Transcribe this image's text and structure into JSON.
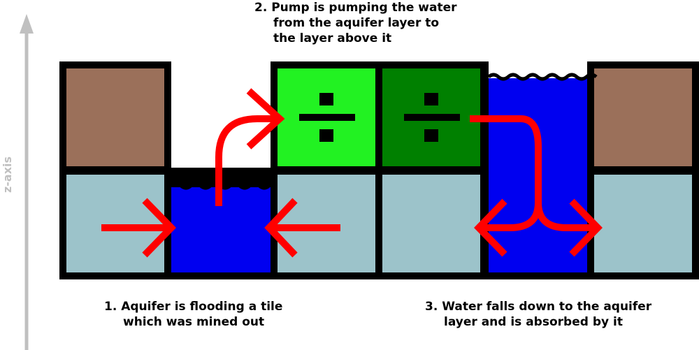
{
  "axis": {
    "label": "z-axis",
    "color": "#c0c0c0"
  },
  "colors": {
    "dirt": "#9b705a",
    "aquifer": "#9cc3ca",
    "water": "#0000f0",
    "pump_active": "#22f222",
    "pump_inactive": "#008000",
    "arrow": "#ff0000",
    "border": "#000000"
  },
  "tiles": {
    "upper": [
      "dirt",
      "empty",
      "pump_active",
      "pump_inactive",
      "water",
      "dirt"
    ],
    "lower": [
      "aquifer",
      "water",
      "aquifer",
      "aquifer",
      "water",
      "aquifer"
    ]
  },
  "captions": {
    "pump": [
      "2. Pump is pumping the water",
      "from the aquifer layer to",
      "the layer above it"
    ],
    "flood": [
      "1. Aquifer is flooding a tile",
      "which was mined out"
    ],
    "absorb": [
      "3. Water falls down to the aquifer",
      "layer and is absorbed by it"
    ]
  },
  "icons": {
    "pump": "division-sign-icon"
  }
}
